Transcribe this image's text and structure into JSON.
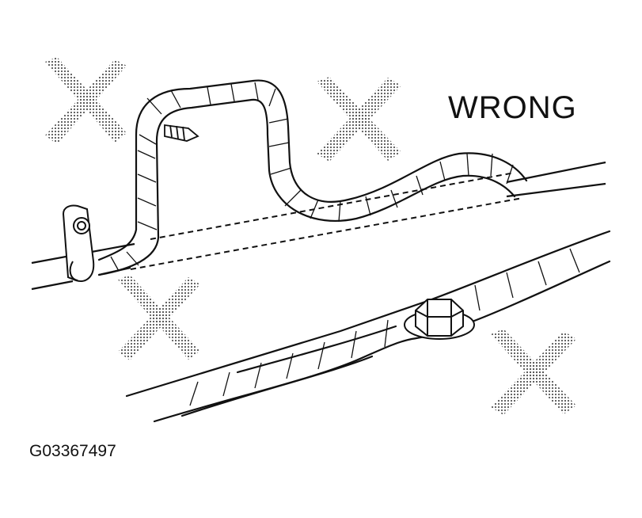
{
  "diagram": {
    "heading": "WRONG",
    "figure_code": "G03367497",
    "marks": [
      "x-mark",
      "x-mark",
      "x-mark",
      "x-mark"
    ]
  },
  "colors": {
    "ink": "#111111",
    "mark": "#8a8a8a"
  }
}
